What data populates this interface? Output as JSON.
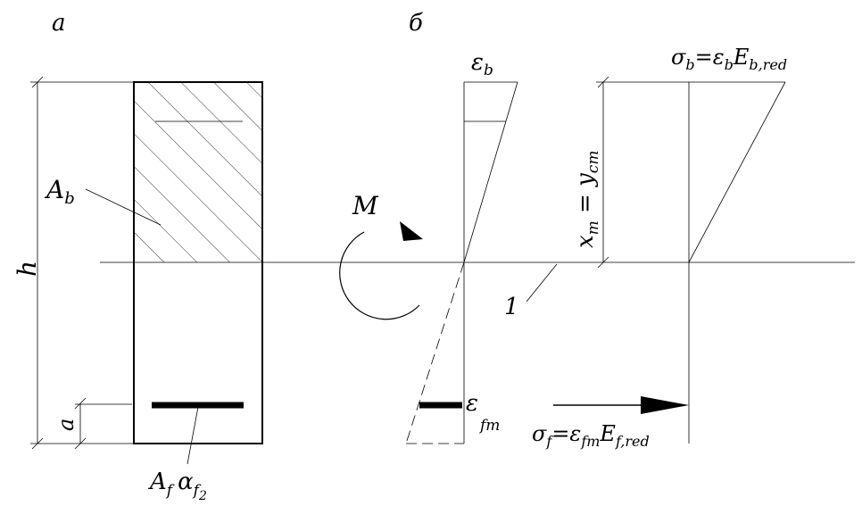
{
  "panels": {
    "a": "а",
    "b": "б"
  },
  "labels": {
    "h": "h",
    "a": "a",
    "A_b_main": "A",
    "A_b_sub": "b",
    "M": "M",
    "one": "1",
    "eps_b_main": "ε",
    "eps_b_sub": "b",
    "xm_main": "x",
    "xm_sub": "m",
    "xm_eq": " = y",
    "xm_sub2": "cm",
    "sigma_b_main": "σ",
    "sigma_b_sub": "b",
    "sigma_b_eq": "=ε",
    "sigma_b_sub2": "b",
    "sigma_b_E": "E",
    "sigma_b_sub3": "b,red",
    "eps_fm_main": "ε",
    "eps_fm_sub": "fm",
    "sigma_f_main": "σ",
    "sigma_f_sub": "f",
    "sigma_f_eq": "=ε",
    "sigma_f_sub2": "fm",
    "sigma_f_E": "E",
    "sigma_f_sub3": "f,red",
    "Af_main": "A",
    "Af_sub": "f",
    "alpha_main": "α",
    "alpha_sub": "f",
    "alpha_subsub": "2"
  }
}
